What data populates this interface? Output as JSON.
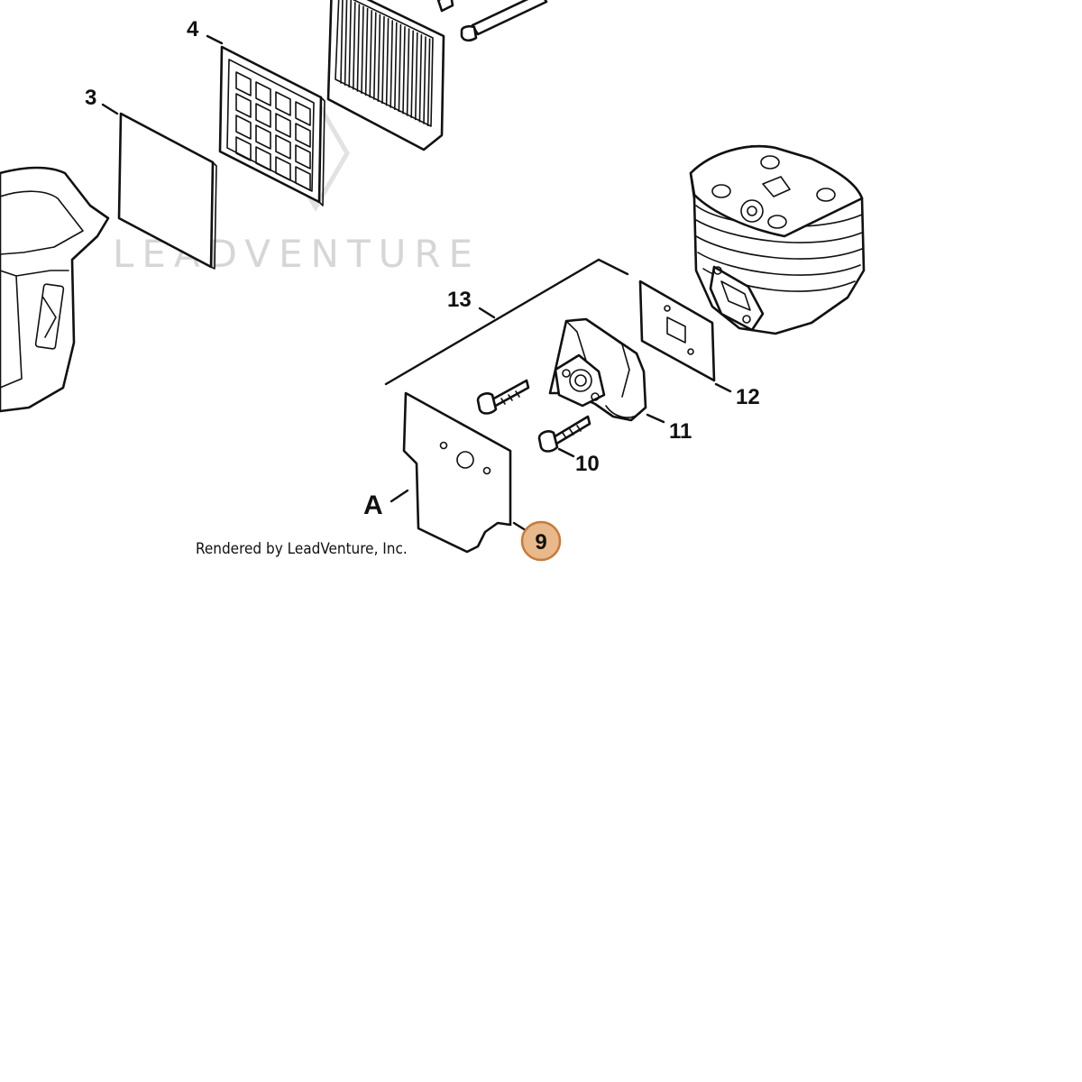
{
  "diagram": {
    "watermark": "LEADVENTURE",
    "credit": "Rendered by LeadVenture, Inc.",
    "view_label": "A",
    "highlight_color": "#e8b98a",
    "highlight_border_color": "#c87a3a",
    "callouts": {
      "c3": "3",
      "c4": "4",
      "c9": "9",
      "c10": "10",
      "c11": "11",
      "c12": "12",
      "c13": "13"
    },
    "parts": [
      "shroud",
      "filter-pad",
      "filter-grid",
      "air-filter",
      "screws",
      "cylinder",
      "gasket",
      "intake-manifold",
      "bolt",
      "heat-shield"
    ]
  }
}
